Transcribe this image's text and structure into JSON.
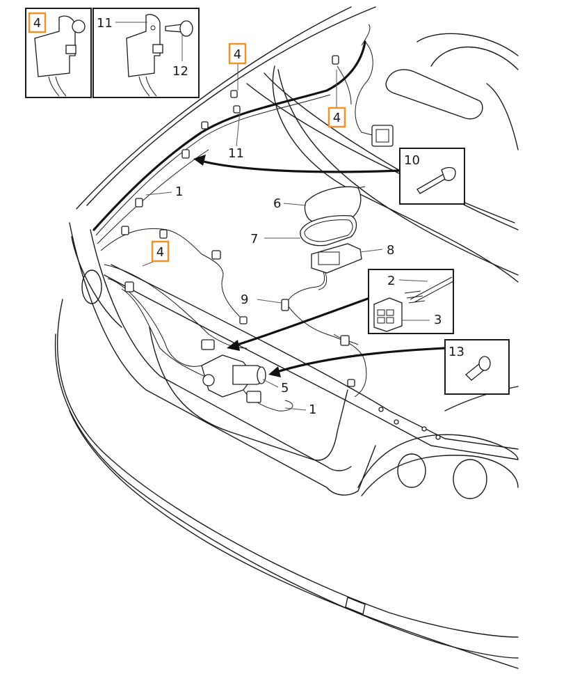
{
  "callouts": {
    "c4_inset": "4",
    "c11_inset": "11",
    "c12_inset": "12",
    "c4_top": "4",
    "c11_main": "11",
    "c4_mid": "4",
    "c10": "10",
    "c1_upper": "1",
    "c6": "6",
    "c7": "7",
    "c8": "8",
    "c4_left": "4",
    "c2": "2",
    "c9": "9",
    "c3": "3",
    "c13": "13",
    "c5": "5",
    "c1_lower": "1"
  },
  "colors": {
    "highlight": "#f0922b",
    "line": "#1a1a1a"
  }
}
